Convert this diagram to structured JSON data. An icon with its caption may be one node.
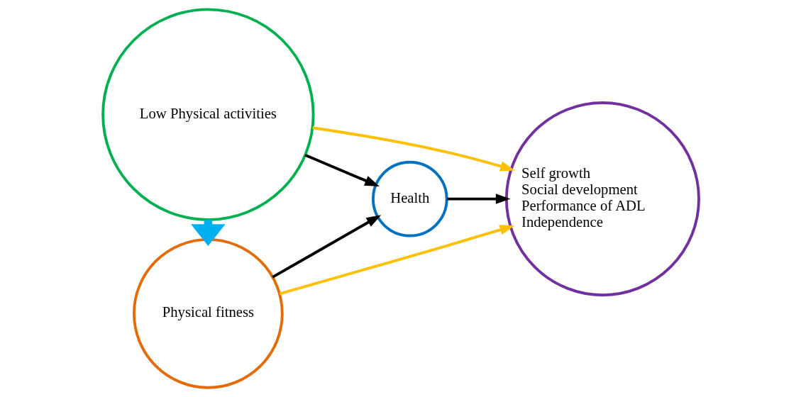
{
  "diagram": {
    "nodes": [
      {
        "text": [
          "Low Physical activities"
        ]
      },
      {
        "text": [
          "Physical fitness"
        ]
      },
      {
        "text": [
          "Health"
        ]
      },
      {
        "text": [
          "Self growth",
          "Social development",
          "Performance of ADL",
          "Independence"
        ]
      }
    ],
    "edges": [
      {
        "from": 0,
        "to": 1,
        "arrow": "to",
        "style": "thick",
        "color": "#00b0f0"
      },
      {
        "from": 0,
        "to": 3,
        "arrow": "to",
        "color": "#ffc000"
      },
      {
        "from": 0,
        "to": 2,
        "arrow": "to"
      },
      {
        "from": 1,
        "to": 2,
        "arrow": "to"
      },
      {
        "from": 1,
        "to": 3,
        "arrow": "to",
        "color": "#ffc000"
      },
      {
        "from": 2,
        "to": 3,
        "arrow": "to"
      }
    ]
  }
}
